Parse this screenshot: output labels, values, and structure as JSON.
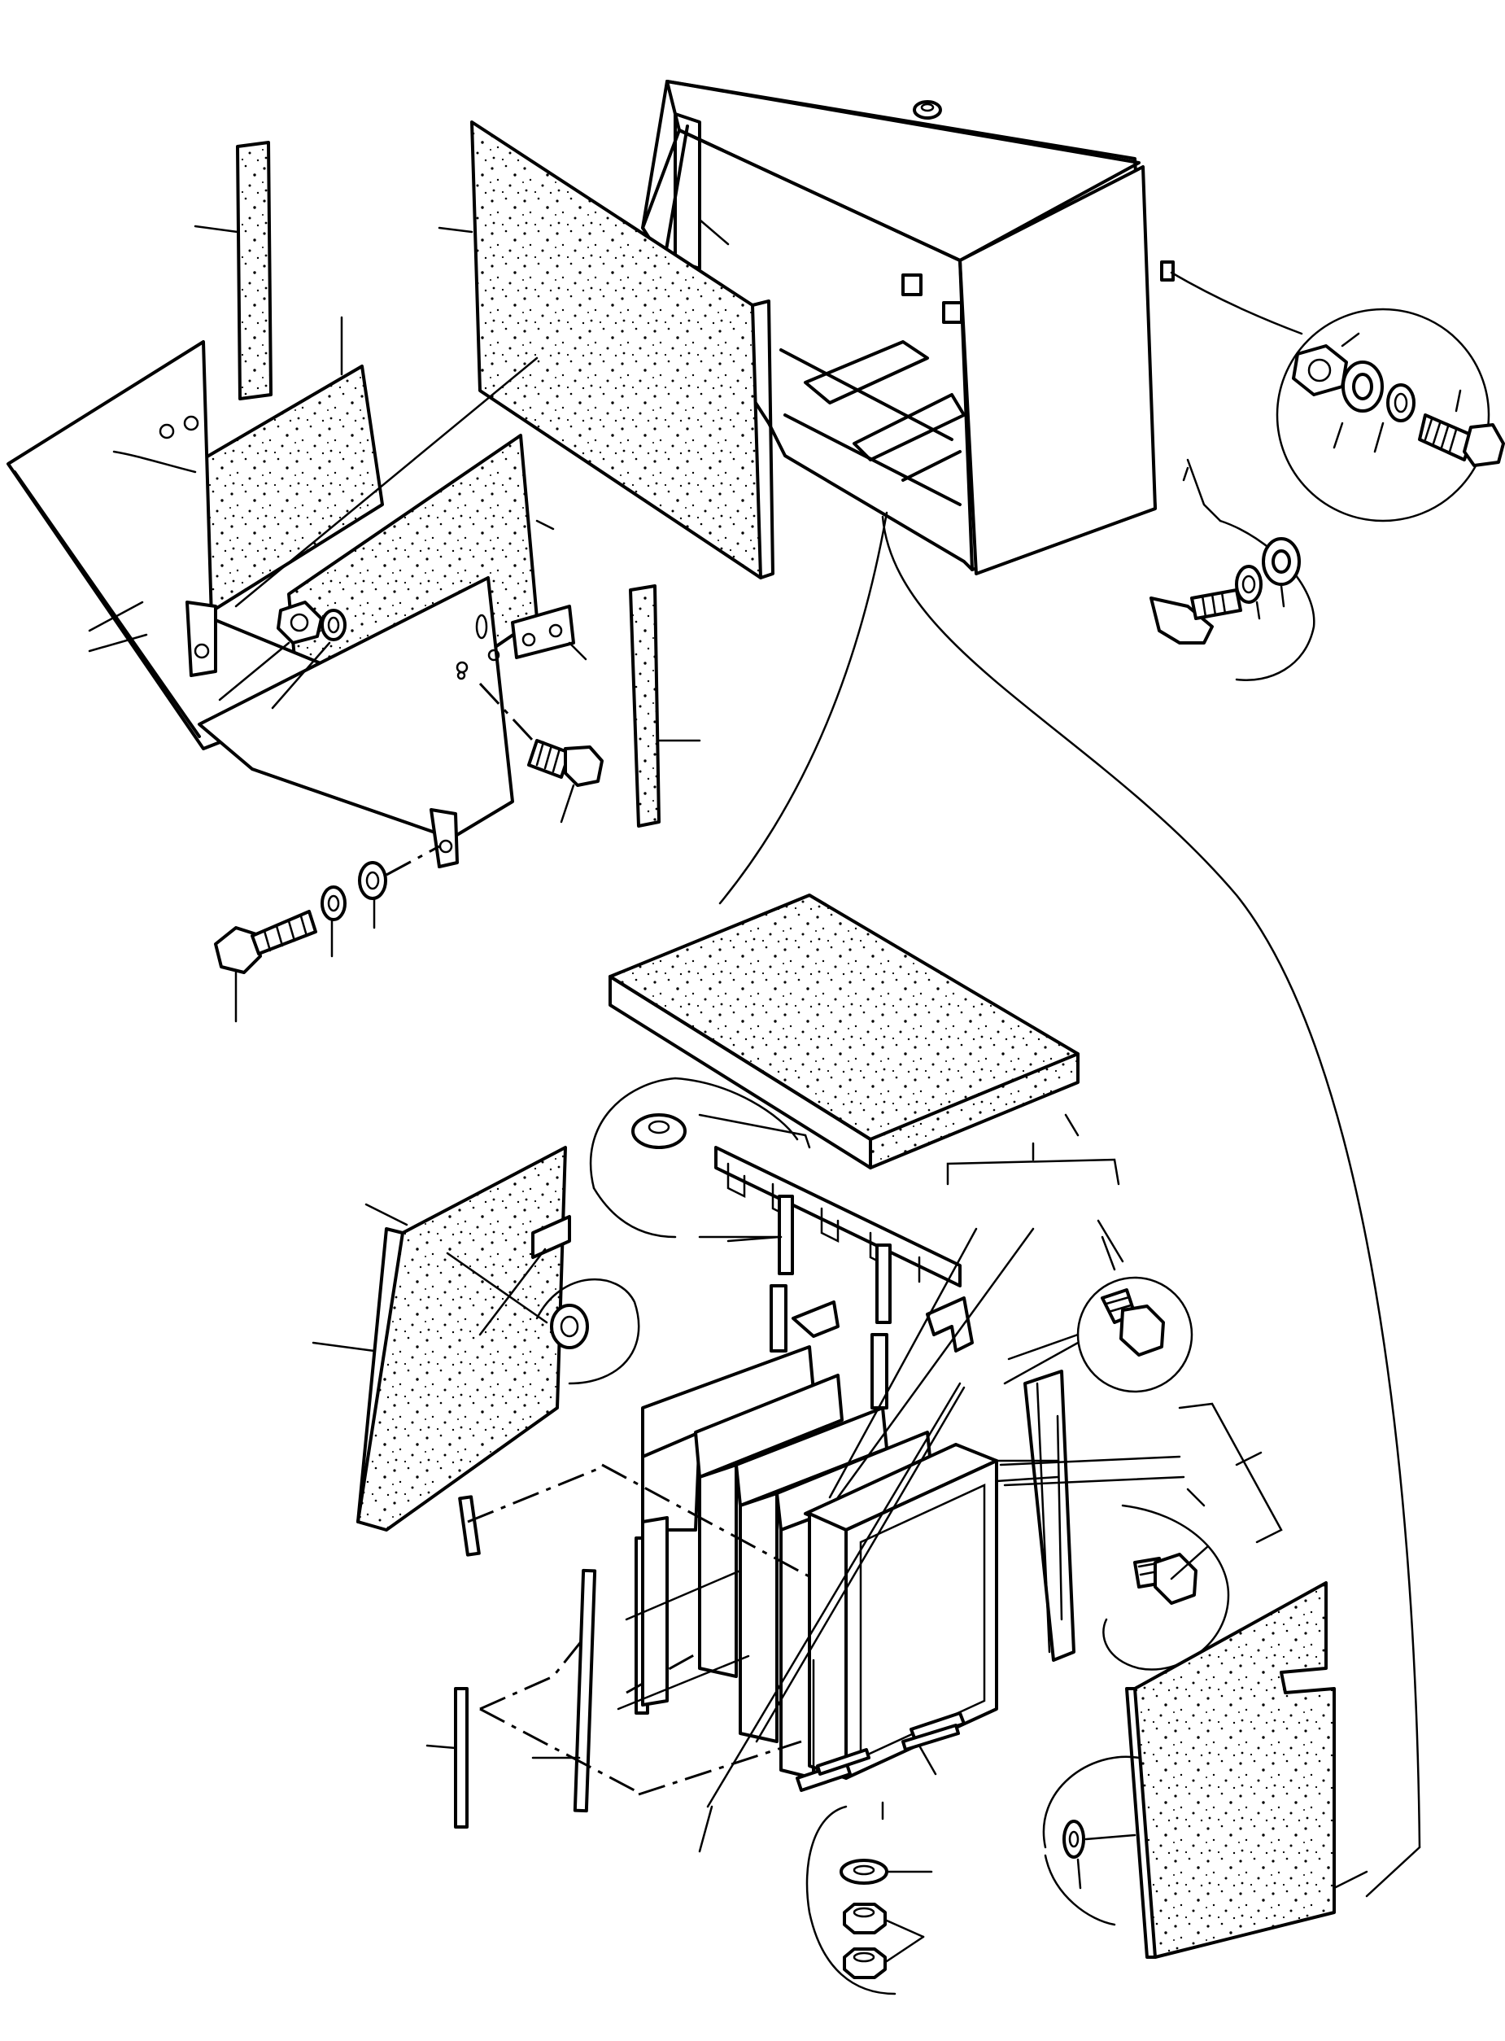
{
  "figure": {
    "kind": "exploded parts diagram",
    "text_labels": [],
    "parts": [
      {
        "name": "battery-case",
        "group": "upper"
      },
      {
        "name": "insulation-pad-large",
        "group": "upper"
      },
      {
        "name": "insulation-strip",
        "group": "upper"
      },
      {
        "name": "insulation-pad",
        "group": "upper"
      },
      {
        "name": "cover-plate",
        "group": "upper"
      },
      {
        "name": "bracket",
        "group": "upper"
      },
      {
        "name": "bolt",
        "group": "upper"
      },
      {
        "name": "nut",
        "group": "upper"
      },
      {
        "name": "washer",
        "group": "upper"
      },
      {
        "name": "spring-washer",
        "group": "upper"
      },
      {
        "name": "top-insulation-pad",
        "group": "lower"
      },
      {
        "name": "battery-cells",
        "group": "lower"
      },
      {
        "name": "clamp-bar",
        "group": "lower"
      },
      {
        "name": "side-insulation-pad",
        "group": "lower"
      },
      {
        "name": "spacer-strip",
        "group": "lower"
      },
      {
        "name": "angle-bracket",
        "group": "lower"
      }
    ]
  },
  "style": {
    "line_color": "#000000",
    "background": "#ffffff"
  }
}
